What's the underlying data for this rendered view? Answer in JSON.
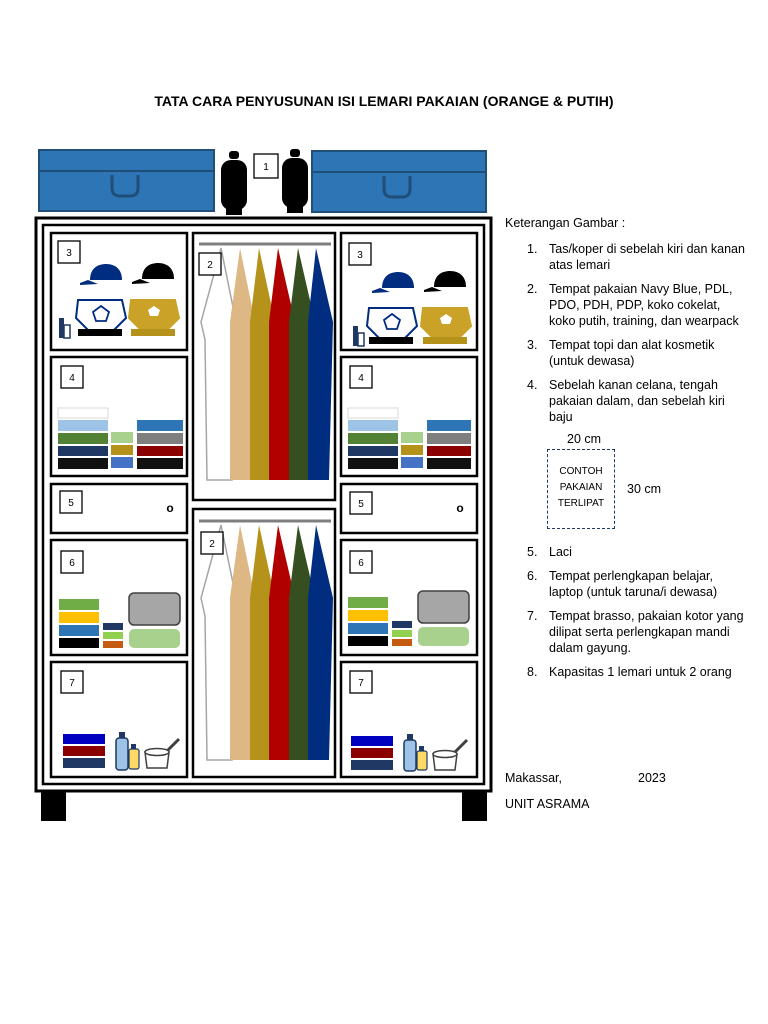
{
  "title": "TATA CARA PENYUSUNAN ISI LEMARI PAKAIAN (ORANGE & PUTIH)",
  "colors": {
    "suitcase": "#2e75b6",
    "navy": "#002d80",
    "tan": "#ddb784",
    "gold": "#b5931b",
    "red": "#b00000",
    "dark_green": "#364f21",
    "green": "#548235",
    "light_green": "#a9d18e",
    "light_blue": "#9dc3e6",
    "grey": "#a6a6a6"
  },
  "diagram": {
    "labels": {
      "luggage": "1",
      "hanging_top": "2",
      "hanging_bottom": "2",
      "cap_left": "3",
      "cap_right": "3",
      "folded_left": "4",
      "folded_right": "4",
      "drawer_left": "5",
      "drawer_right": "5",
      "drawer_knob_left": "o",
      "drawer_knob_right": "o",
      "study_left": "6",
      "study_right": "6",
      "brasso_left": "7",
      "brasso_right": "7"
    },
    "icons": [
      "suitcase-icon",
      "bag-icon",
      "cap-icon",
      "epaulette-icon",
      "cosmetic-icon",
      "shirt-icon",
      "laptop-icon",
      "bottle-icon",
      "bucket-icon"
    ]
  },
  "legend": {
    "title": "Keterangan Gambar :",
    "items": [
      {
        "num": "1.",
        "text": "Tas/koper di sebelah kiri dan kanan atas lemari"
      },
      {
        "num": "2.",
        "text": "Tempat pakaian Navy Blue, PDL, PDO, PDH, PDP, koko cokelat, koko putih, training, dan wearpack"
      },
      {
        "num": "3.",
        "text": "Tempat topi dan alat kosmetik (untuk dewasa)"
      },
      {
        "num": "4.",
        "text": "Sebelah kanan celana, tengah pakaian dalam, dan sebelah kiri baju"
      },
      {
        "num": "5.",
        "text": "Laci"
      },
      {
        "num": "6.",
        "text": "Tempat perlengkapan belajar, laptop (untuk taruna/i dewasa)"
      },
      {
        "num": "7.",
        "text": "Tempat brasso, pakaian kotor yang dilipat serta perlengkapan mandi dalam gayung."
      },
      {
        "num": "8.",
        "text": "Kapasitas 1 lemari untuk 2 orang"
      }
    ],
    "sample": {
      "width": "20 cm",
      "height": "30 cm",
      "line1": "CONTOH",
      "line2": "PAKAIAN",
      "line3": "TERLIPAT"
    }
  },
  "footer": {
    "place": "Makassar,",
    "year": "2023",
    "unit": "UNIT ASRAMA"
  }
}
